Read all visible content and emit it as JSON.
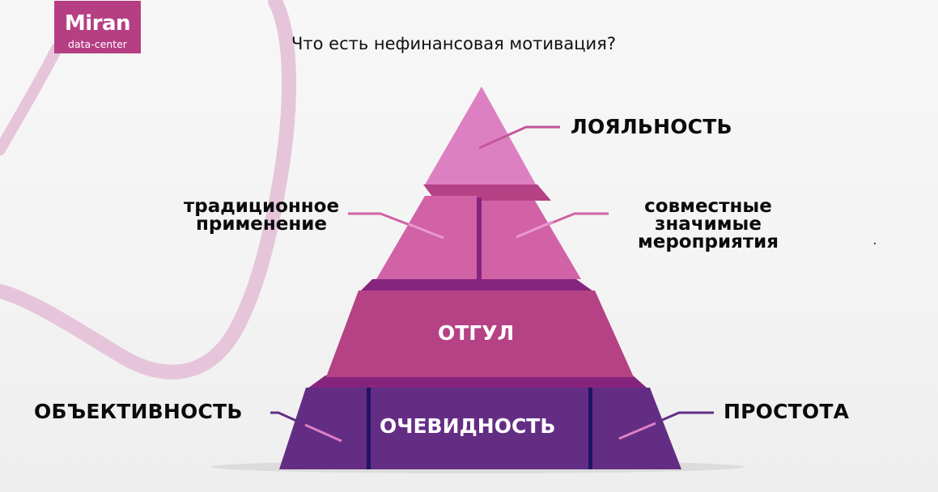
{
  "logo": {
    "brand": "Miran",
    "subtitle": "data-center",
    "color": "#b63f84"
  },
  "slide": {
    "title": "Что есть нефинансовая мотивация?"
  },
  "pyramid": {
    "tiers": [
      {
        "level": 1,
        "name": "apex",
        "color": "#dd80c1",
        "label": "ЛОЯЛЬНОСТЬ",
        "label_position": "outside-right"
      },
      {
        "level": 2,
        "name": "second",
        "color": "#d262a6",
        "blocks": 2,
        "labels": [
          {
            "text_lines": [
              "традиционное",
              "применение"
            ],
            "side": "left"
          },
          {
            "text_lines": [
              "совместные",
              "значимые",
              "мероприятия"
            ],
            "side": "right"
          }
        ]
      },
      {
        "level": 3,
        "name": "third",
        "color": "#b54285",
        "label": "ОТГУЛ",
        "label_position": "inside"
      },
      {
        "level": 4,
        "name": "base",
        "color": "#642d84",
        "label": "ОЧЕВИДНОСТЬ",
        "label_position": "inside",
        "side_labels": [
          {
            "text": "ОБЪЕКТИВНОСТЬ",
            "side": "left"
          },
          {
            "text": "ПРОСТОТА",
            "side": "right"
          }
        ]
      }
    ],
    "colors": {
      "apex": "#dd80c1",
      "apex_shelf": "#b54285",
      "second": "#d262a6",
      "second_shelf": "#86247d",
      "third": "#b54285",
      "third_shelf": "#86247d",
      "base": "#642d84",
      "base_divider": "#1f1466",
      "shadow": "#dcdcdc",
      "decor_curve": "#e6c5da"
    }
  },
  "labels": {
    "loyalty": "ЛОЯЛЬНОСТЬ",
    "traditional_line1": "традиционное",
    "traditional_line2": "применение",
    "joint_line1": "совместные",
    "joint_line2": "значимые",
    "joint_line3": "мероприятия",
    "day_off": "ОТГУЛ",
    "obviousness": "ОЧЕВИДНОСТЬ",
    "objectivity": "ОБЪЕКТИВНОСТЬ",
    "simplicity": "ПРОСТОТА"
  }
}
